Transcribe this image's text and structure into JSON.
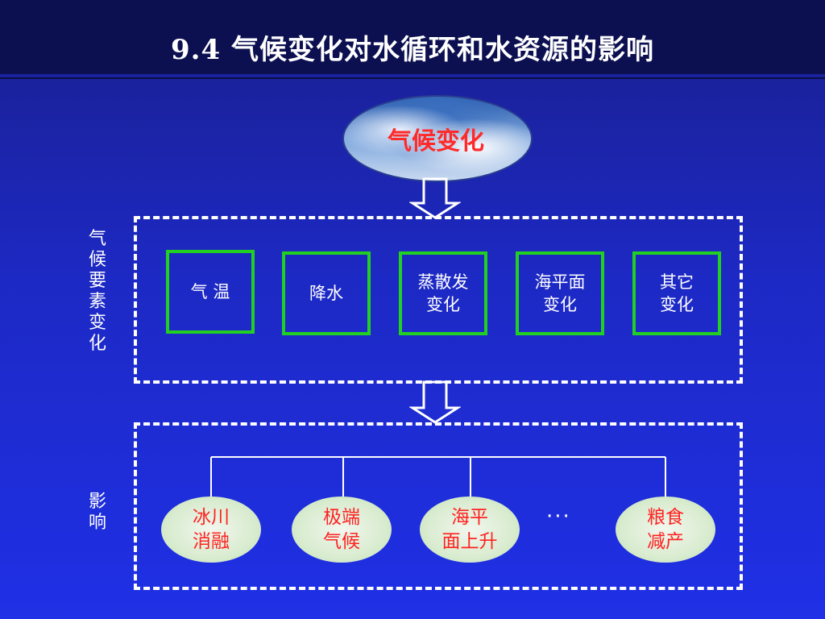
{
  "title": "9.4    气候变化对水循环和水资源的影响",
  "top_node": "气候变化",
  "factors_label": "气\n候\n要\n素\n变\n化",
  "factors": [
    "气  温",
    "降水",
    "蒸散发\n变化",
    "海平面\n变化",
    "其它\n变化"
  ],
  "impacts_label": "影\n响",
  "impacts": [
    "冰川\n消融",
    "极端\n气候",
    "海平\n面上升",
    "粮食\n减产"
  ],
  "ellipsis": "···",
  "colors": {
    "factor_border": "#22d022",
    "impact_text": "#ff2323",
    "top_node_text": "#ff2a2a"
  }
}
